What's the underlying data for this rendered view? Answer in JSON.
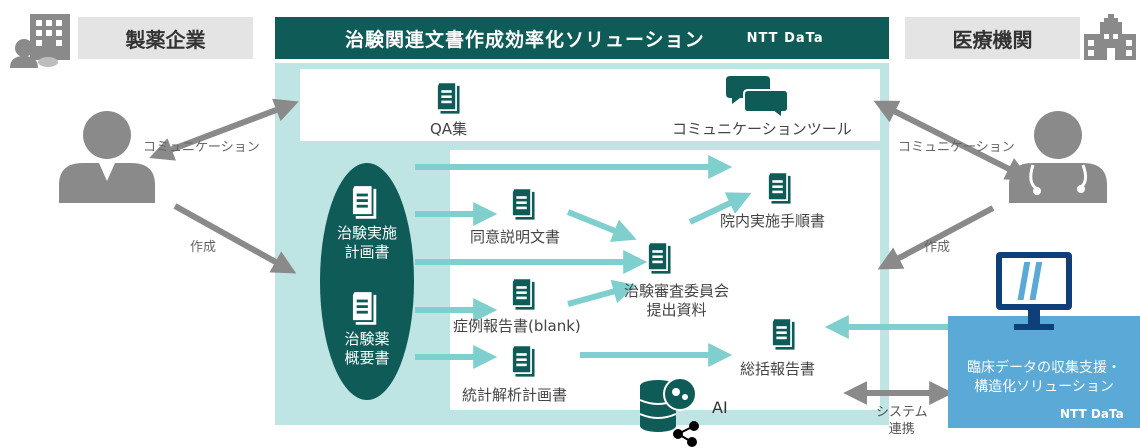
{
  "left_tag": "製薬企業",
  "right_tag": "医療機関",
  "title": "治験関連文書作成効率化ソリューション",
  "brand": "NTT DaTa",
  "qa_label": "QA集",
  "comm_tool_label": "コミュニケーションツール",
  "left_comm": "コミュニケーション",
  "right_comm": "コミュニケーション",
  "left_create": "作成",
  "right_create": "作成",
  "protocol_label": "治験実施\n計画書",
  "ib_label": "治験薬\n概要書",
  "consent_label": "同意説明文書",
  "procedure_label": "院内実施手順書",
  "irb_label": "治験審査委員会\n提出資料",
  "crf_label": "症例報告書(blank)",
  "sap_label": "統計解析計画書",
  "csr_label": "総括報告書",
  "ai_label": "AI",
  "system_label": "システム\n連携",
  "clinical_solution": "臨床データの収集支援・\n構造化ソリューション",
  "clinical_brand": "NTT DaTa",
  "colors": {
    "dark_teal": "#0f5b57",
    "light_teal": "#bfe4e4",
    "arrow_teal": "#7fcfcf",
    "blue_box": "#5aa9d6",
    "gray": "#888888"
  }
}
